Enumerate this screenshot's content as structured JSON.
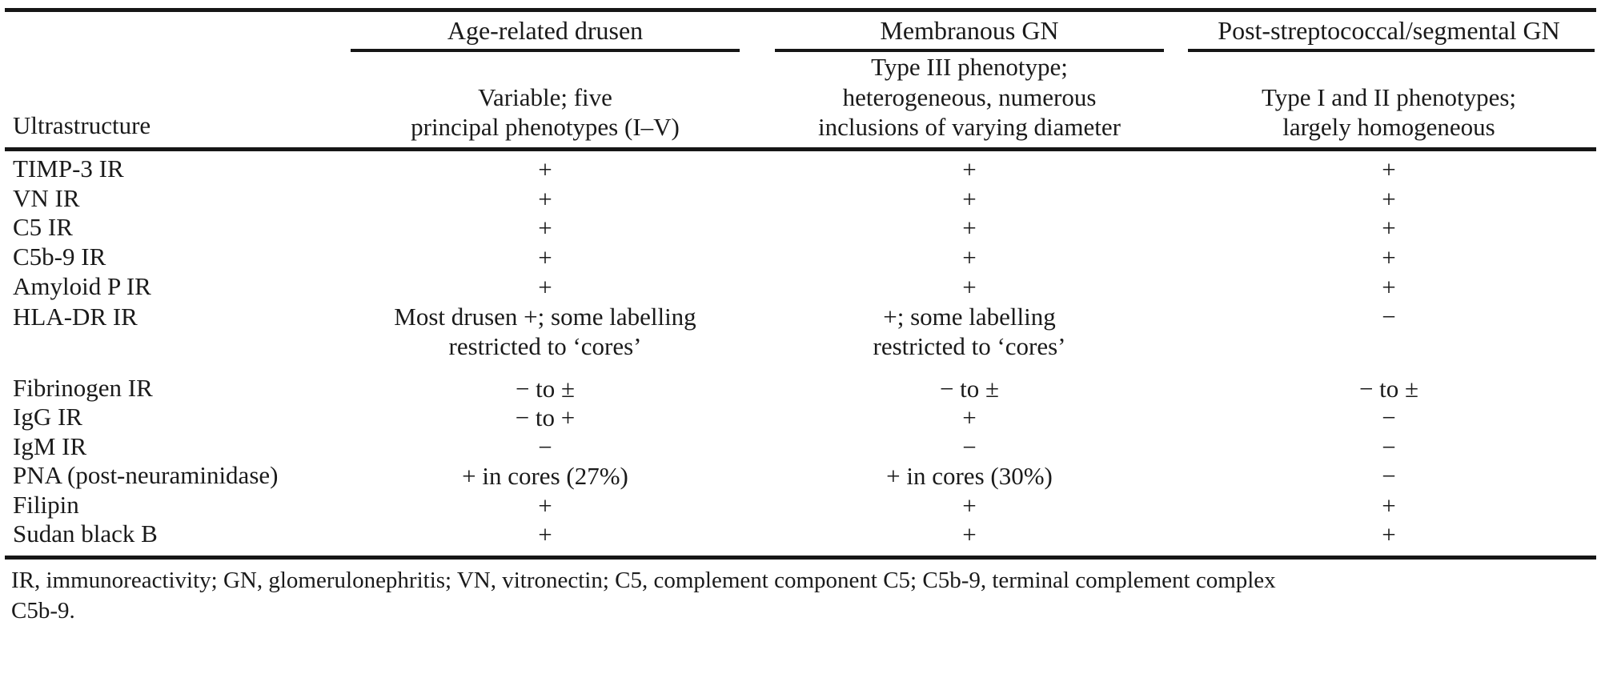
{
  "table": {
    "columns": [
      {
        "key": "stub",
        "label": ""
      },
      {
        "key": "drusen",
        "label": "Age-related drusen"
      },
      {
        "key": "mgn",
        "label": "Membranous GN"
      },
      {
        "key": "psgn",
        "label": "Post-streptococcal/segmental GN"
      }
    ],
    "subheader": {
      "stub": "Ultrastructure",
      "drusen": {
        "line1": "Variable; five",
        "line2": "principal phenotypes (I–V)"
      },
      "mgn": {
        "line1": "Type III phenotype;",
        "line2": "heterogeneous, numerous",
        "line3": "inclusions of varying diameter"
      },
      "psgn": {
        "line1": "Type I and II phenotypes;",
        "line2": "largely homogeneous"
      }
    },
    "rows": [
      {
        "label": "TIMP-3 IR",
        "drusen": "+",
        "mgn": "+",
        "psgn": "+"
      },
      {
        "label": "VN IR",
        "drusen": "+",
        "mgn": "+",
        "psgn": "+"
      },
      {
        "label": "C5 IR",
        "drusen": "+",
        "mgn": "+",
        "psgn": "+"
      },
      {
        "label": "C5b-9 IR",
        "drusen": "+",
        "mgn": "+",
        "psgn": "+"
      },
      {
        "label": "Amyloid P IR",
        "drusen": "+",
        "mgn": "+",
        "psgn": "+"
      },
      {
        "label": "HLA-DR IR",
        "drusen_line1": "Most drusen +; some labelling",
        "drusen_line2": "restricted to ‘cores’",
        "mgn_line1": "+; some labelling",
        "mgn_line2": "restricted to ‘cores’",
        "psgn": "−"
      },
      {
        "label": "Fibrinogen IR",
        "drusen": "− to ±",
        "mgn": "− to ±",
        "psgn": "− to ±"
      },
      {
        "label": "IgG IR",
        "drusen": "− to +",
        "mgn": "+",
        "psgn": "−"
      },
      {
        "label": "IgM IR",
        "drusen": "−",
        "mgn": "−",
        "psgn": "−"
      },
      {
        "label": "PNA (post-neuraminidase)",
        "drusen": "+ in cores (27%)",
        "mgn": "+ in cores (30%)",
        "psgn": "−"
      },
      {
        "label": "Filipin",
        "drusen": "+",
        "mgn": "+",
        "psgn": "+"
      },
      {
        "label": "Sudan black B",
        "drusen": "+",
        "mgn": "+",
        "psgn": "+"
      }
    ],
    "footnote": {
      "line1": "IR, immunoreactivity; GN, glomerulonephritis; VN, vitronectin; C5, complement component C5; C5b-9, terminal complement complex",
      "line2": "C5b-9."
    }
  }
}
